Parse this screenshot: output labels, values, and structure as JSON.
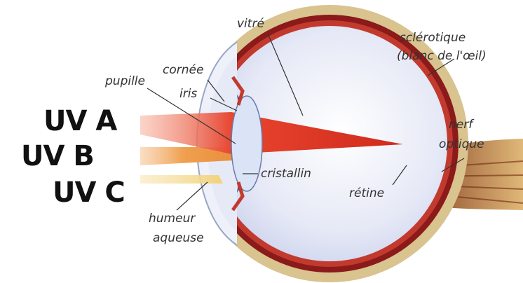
{
  "radiation": {
    "uva": "UV A",
    "uvb": "UV B",
    "uvc": "UV C"
  },
  "labels": {
    "vitre": "vitré",
    "sclerotique_line1": "sclérotique",
    "sclerotique_line2": "(blanc de l'œil)",
    "cornee": "cornée",
    "pupille": "pupille",
    "iris": "iris",
    "nerf_line1": "nerf",
    "nerf_line2": "optique",
    "cristallin": "cristallin",
    "retine": "rétine",
    "humeur_line1": "humeur",
    "humeur_line2": "aqueuse"
  },
  "colors": {
    "uva_beam": "#e8452f",
    "uvb_beam": "#f0a050",
    "uvc_beam": "#f2d27a",
    "sclera_outer": "#d9c38e",
    "choroid": "#8b1a1a",
    "retina": "#c23a2e",
    "vitreous": "#dfe3f4",
    "lens": "#dbe4f6",
    "iris": "#3b4f9c"
  }
}
